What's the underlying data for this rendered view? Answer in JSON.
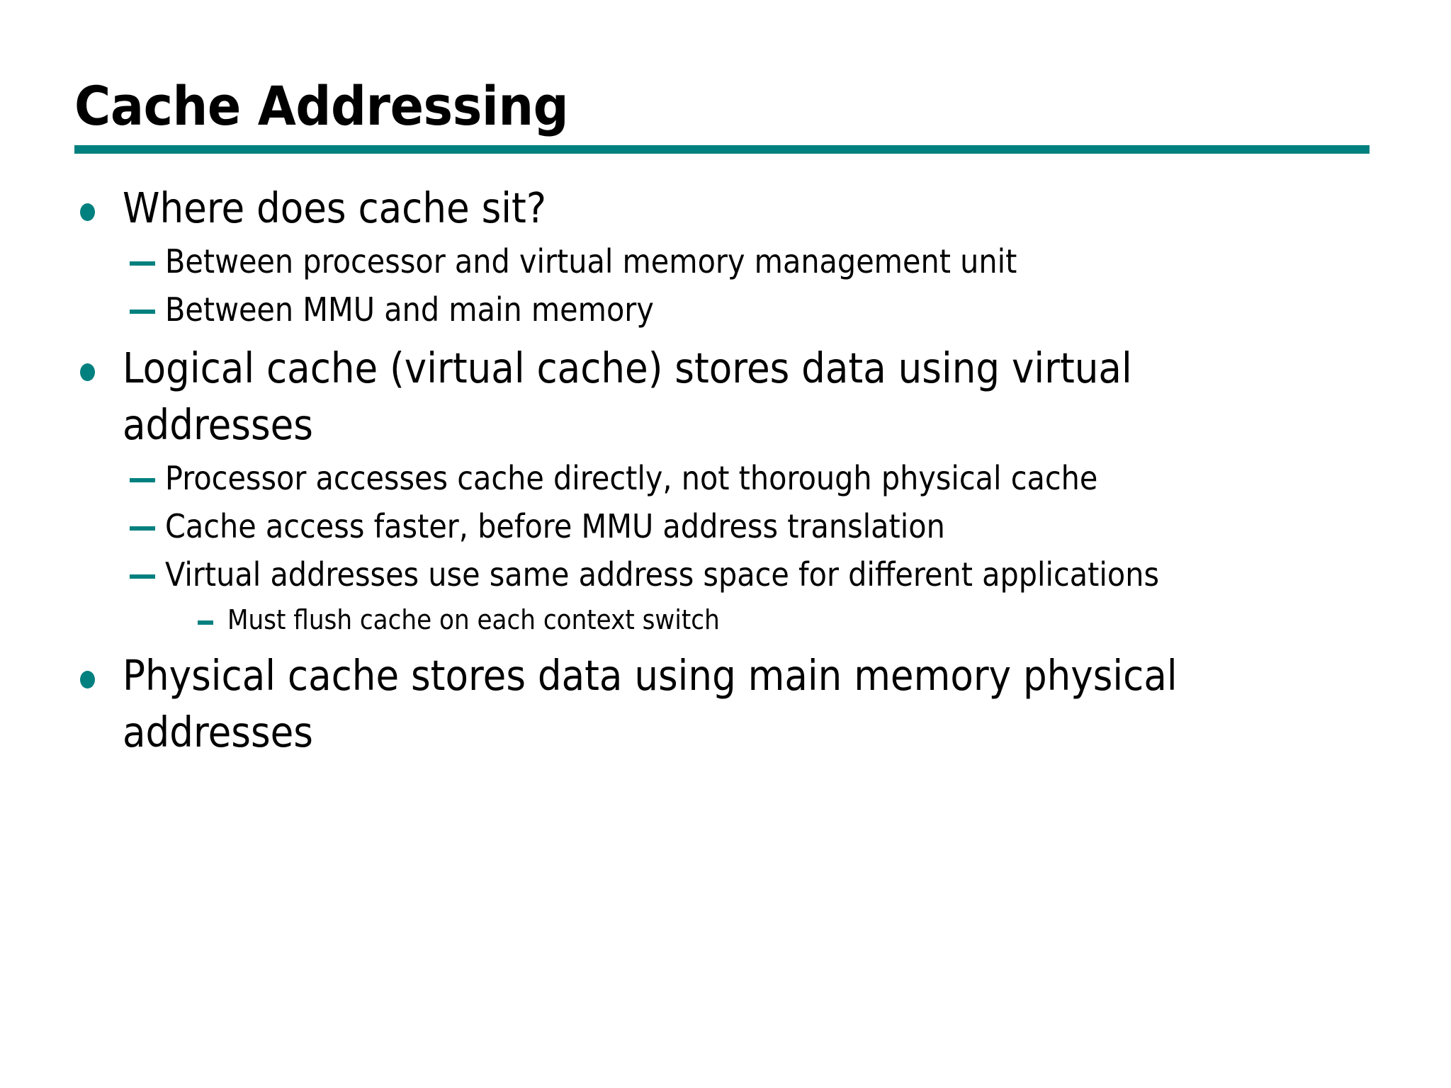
{
  "slide": {
    "title": "Cache Addressing",
    "accent_color": "#00807f",
    "text_color": "#000000",
    "background_color": "#ffffff",
    "bullets": [
      {
        "level": 1,
        "marker": "filled-circle",
        "text": "Where does cache sit?"
      },
      {
        "level": 2,
        "marker": "em-dash",
        "text": "Between processor and virtual memory management unit"
      },
      {
        "level": 2,
        "marker": "em-dash",
        "text": "Between MMU and main memory"
      },
      {
        "level": 1,
        "marker": "filled-circle",
        "text": "Logical cache (virtual cache) stores data using virtual addresses"
      },
      {
        "level": 2,
        "marker": "em-dash",
        "text": "Processor accesses cache directly, not thorough physical cache"
      },
      {
        "level": 2,
        "marker": "em-dash",
        "text": "Cache access faster, before MMU address translation"
      },
      {
        "level": 2,
        "marker": "em-dash",
        "text": "Virtual addresses use same address space for different applications"
      },
      {
        "level": 3,
        "marker": "en-dash",
        "text": "Must flush cache on each context switch"
      },
      {
        "level": 1,
        "marker": "filled-circle",
        "text": "Physical cache stores data using main memory physical addresses"
      }
    ]
  }
}
